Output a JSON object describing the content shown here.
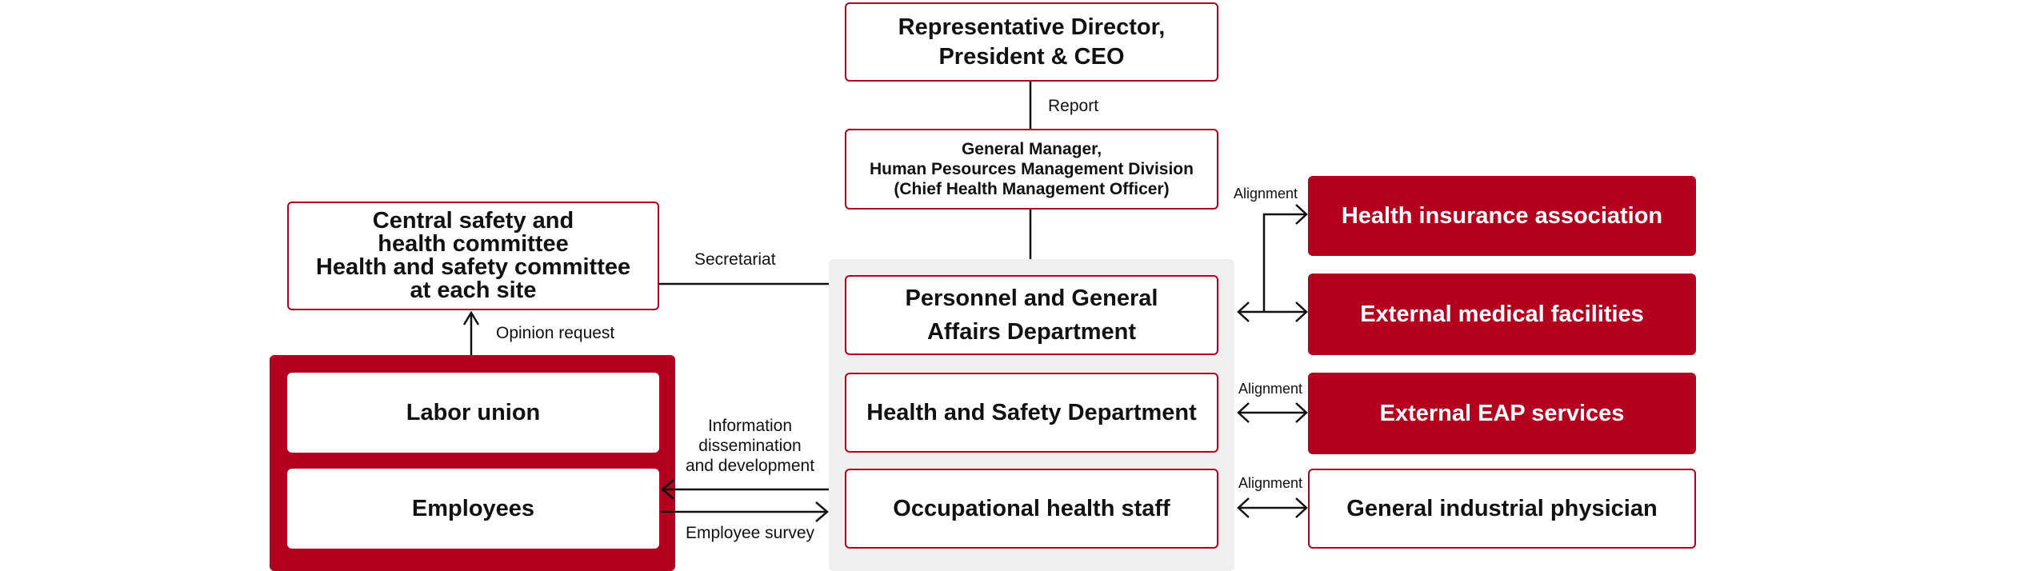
{
  "nodes": {
    "ceo": "Representative Director,\nPresident & CEO",
    "gm": "General Manager,\nHuman Pesources Management Division\n(Chief Health Management Officer)",
    "committee": "Central safety and\nhealth committee\nHealth and safety committee\nat each site",
    "personnel": "Personnel and General\nAffairs Department",
    "health_safety": "Health and Safety Department",
    "occupational": "Occupational health staff",
    "labor_union": "Labor union",
    "employees": "Employees",
    "health_insurance": "Health insurance association",
    "medical": "External medical facilities",
    "eap": "External EAP services",
    "physician": "General industrial physician"
  },
  "labels": {
    "report": "Report",
    "secretariat": "Secretariat",
    "opinion": "Opinion request",
    "info": "Information\ndissemination\nand development",
    "survey": "Employee survey",
    "alignment1": "Alignment",
    "alignment2": "Alignment",
    "alignment3": "Alignment"
  },
  "colors": {
    "accent": "#b4001e",
    "panel": "#efefef"
  }
}
